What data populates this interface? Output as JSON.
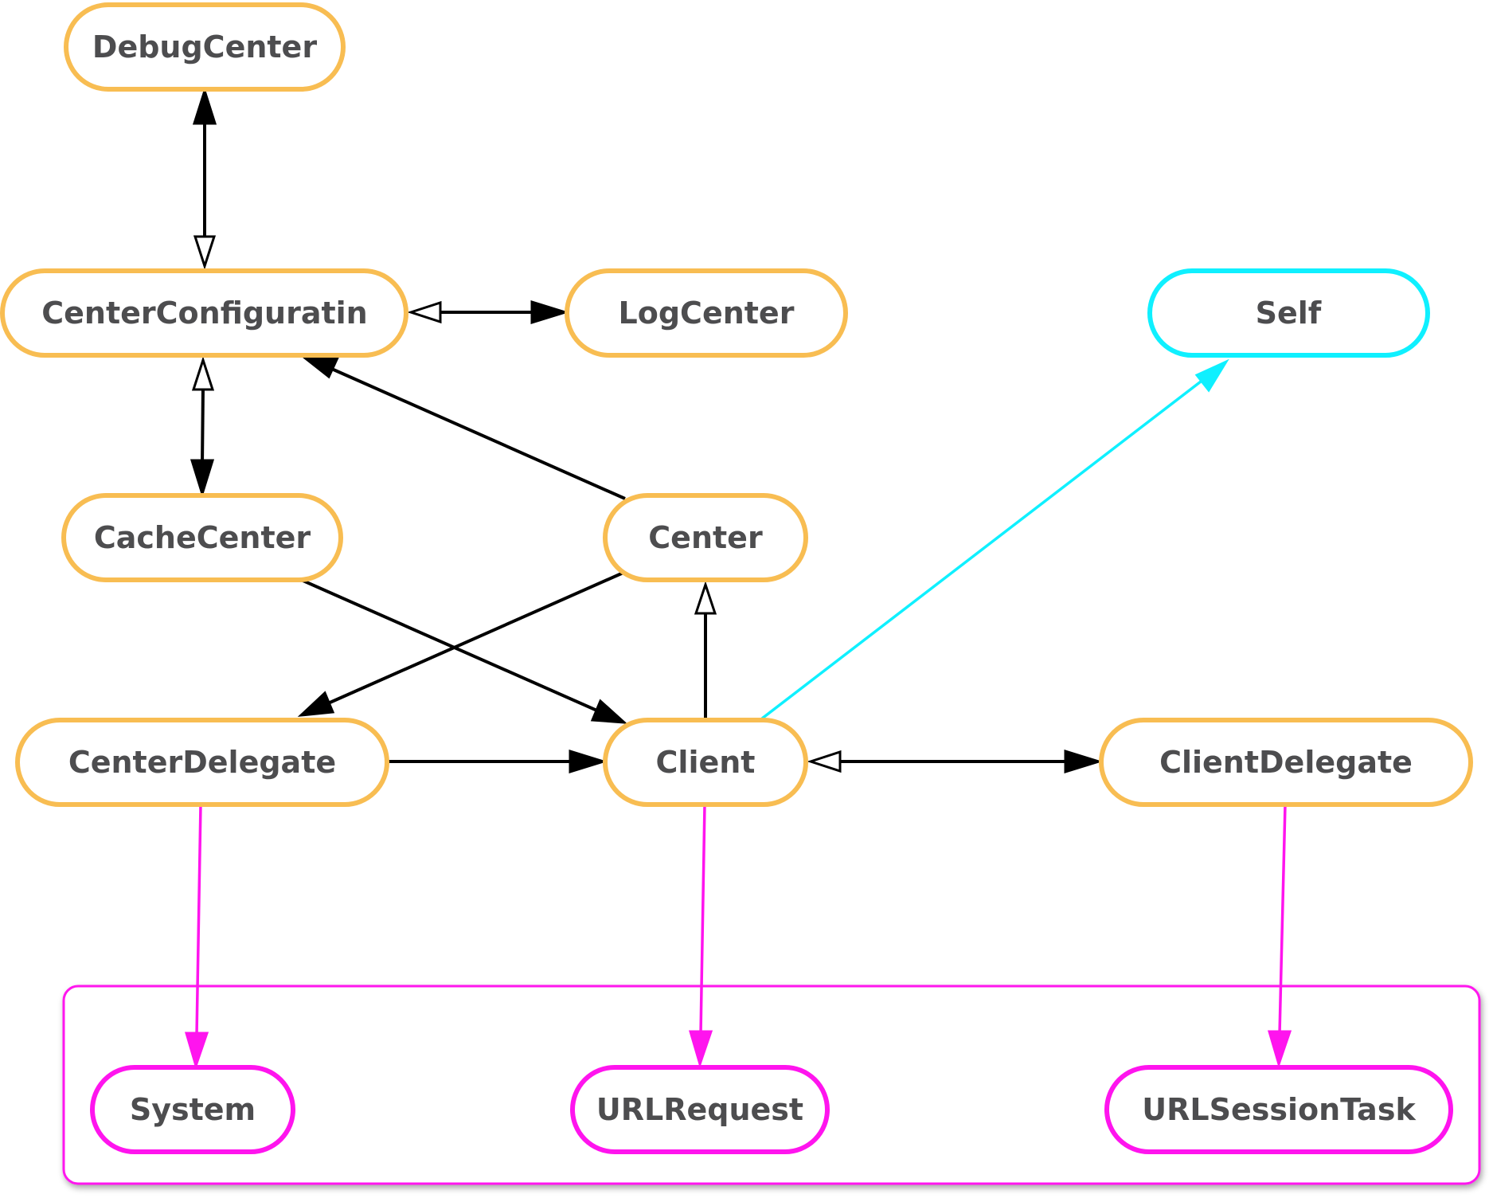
{
  "colors": {
    "node_border": "#f8bd52",
    "self_border": "#0ff0ff",
    "external_border": "#ff14ee",
    "edge": "#000000",
    "text": "#4d4d4f"
  },
  "nodes": {
    "debug_center": "DebugCenter",
    "center_configuration": "CenterConfiguratin",
    "log_center": "LogCenter",
    "self": "Self",
    "cache_center": "CacheCenter",
    "center": "Center",
    "center_delegate": "CenterDelegate",
    "client": "Client",
    "client_delegate": "ClientDelegate",
    "system": "System",
    "url_request": "URLRequest",
    "url_session_task": "URLSessionTask"
  },
  "edges": [
    {
      "from": "CenterConfiguratin",
      "to": "DebugCenter",
      "type": "bidirectional",
      "color": "black"
    },
    {
      "from": "CenterConfiguratin",
      "to": "LogCenter",
      "type": "bidirectional",
      "color": "black"
    },
    {
      "from": "CenterConfiguratin",
      "to": "CacheCenter",
      "type": "bidirectional",
      "color": "black"
    },
    {
      "from": "Center",
      "to": "CenterConfiguratin",
      "type": "directed",
      "color": "black"
    },
    {
      "from": "Center",
      "to": "CenterDelegate",
      "type": "directed",
      "color": "black"
    },
    {
      "from": "CacheCenter",
      "to": "Client",
      "type": "directed",
      "color": "black"
    },
    {
      "from": "Client",
      "to": "Center",
      "type": "inheritance",
      "color": "black"
    },
    {
      "from": "CenterDelegate",
      "to": "Client",
      "type": "directed",
      "color": "black"
    },
    {
      "from": "Client",
      "to": "ClientDelegate",
      "type": "bidirectional",
      "color": "black"
    },
    {
      "from": "Client",
      "to": "Self",
      "type": "directed",
      "color": "cyan"
    },
    {
      "from": "CenterDelegate",
      "to": "System",
      "type": "directed",
      "color": "magenta"
    },
    {
      "from": "Client",
      "to": "URLRequest",
      "type": "directed",
      "color": "magenta"
    },
    {
      "from": "ClientDelegate",
      "to": "URLSessionTask",
      "type": "directed",
      "color": "magenta"
    }
  ]
}
